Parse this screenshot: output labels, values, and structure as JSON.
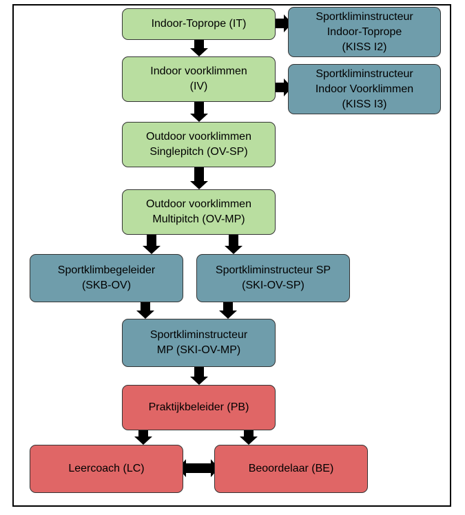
{
  "diagram": {
    "nodes": [
      {
        "id": "it",
        "color": "green",
        "lines": [
          "Indoor-Toprope (IT)"
        ]
      },
      {
        "id": "kiss2",
        "color": "blue",
        "lines": [
          "Sportkliminstructeur",
          "Indoor-Toprope",
          "(KISS I2)"
        ]
      },
      {
        "id": "iv",
        "color": "green",
        "lines": [
          "Indoor voorklimmen",
          "(IV)"
        ]
      },
      {
        "id": "kiss3",
        "color": "blue",
        "lines": [
          "Sportkliminstructeur",
          "Indoor Voorklimmen",
          "(KISS I3)"
        ]
      },
      {
        "id": "ovsp",
        "color": "green",
        "lines": [
          "Outdoor voorklimmen",
          "Singlepitch (OV-SP)"
        ]
      },
      {
        "id": "ovmp",
        "color": "green",
        "lines": [
          "Outdoor voorklimmen",
          "Multipitch (OV-MP)"
        ]
      },
      {
        "id": "skb",
        "color": "blue",
        "lines": [
          "Sportklimbegeleider",
          "(SKB-OV)"
        ]
      },
      {
        "id": "skisp",
        "color": "blue",
        "lines": [
          "Sportkliminstructeur SP",
          "(SKI-OV-SP)"
        ]
      },
      {
        "id": "skimp",
        "color": "blue",
        "lines": [
          "Sportkliminstructeur",
          "MP (SKI-OV-MP)"
        ]
      },
      {
        "id": "pb",
        "color": "red",
        "lines": [
          "Praktijkbeleider (PB)"
        ]
      },
      {
        "id": "lc",
        "color": "red",
        "lines": [
          "Leercoach (LC)"
        ]
      },
      {
        "id": "be",
        "color": "red",
        "lines": [
          "Beoordelaar (BE)"
        ]
      }
    ],
    "edges": [
      {
        "from": "it",
        "to": "kiss2",
        "type": "single"
      },
      {
        "from": "it",
        "to": "iv",
        "type": "single"
      },
      {
        "from": "iv",
        "to": "kiss3",
        "type": "single"
      },
      {
        "from": "iv",
        "to": "ovsp",
        "type": "single"
      },
      {
        "from": "ovsp",
        "to": "ovmp",
        "type": "single"
      },
      {
        "from": "ovmp",
        "to": "skb",
        "type": "single"
      },
      {
        "from": "ovmp",
        "to": "skisp",
        "type": "single"
      },
      {
        "from": "skb",
        "to": "skimp",
        "type": "single"
      },
      {
        "from": "skisp",
        "to": "skimp",
        "type": "single"
      },
      {
        "from": "skimp",
        "to": "pb",
        "type": "single"
      },
      {
        "from": "pb",
        "to": "lc",
        "type": "single"
      },
      {
        "from": "pb",
        "to": "be",
        "type": "single"
      },
      {
        "from": "lc",
        "to": "be",
        "type": "double"
      }
    ],
    "colors": {
      "green": "#b9dea0",
      "blue": "#6f9dab",
      "red": "#e06666",
      "arrow": "#000000"
    }
  }
}
